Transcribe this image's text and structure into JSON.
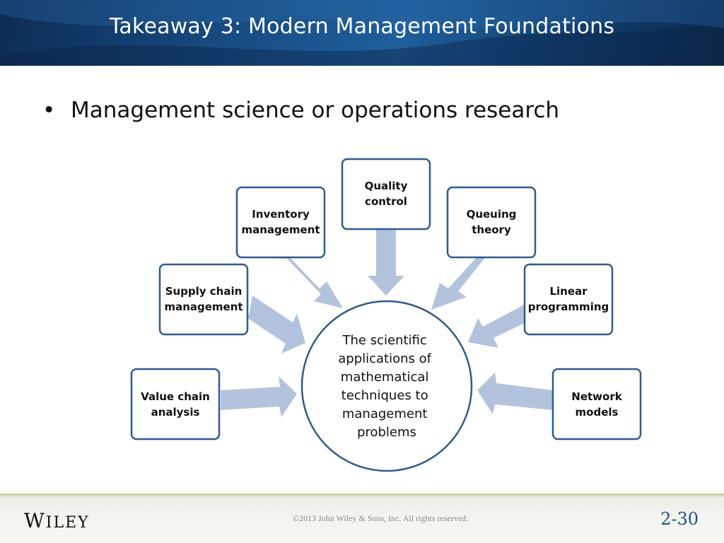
{
  "slide": {
    "title": "Takeaway 3: Modern Management Foundations",
    "bullet": "Management science or operations research",
    "bullet_symbol": "•"
  },
  "diagram": {
    "center": {
      "lines": [
        "The scientific",
        "applications of",
        "mathematical",
        "techniques to",
        "management",
        "problems"
      ]
    },
    "nodes": [
      {
        "id": "quality-control",
        "lines": [
          "Quality",
          "control"
        ]
      },
      {
        "id": "inventory-management",
        "lines": [
          "Inventory",
          "management"
        ]
      },
      {
        "id": "queuing-theory",
        "lines": [
          "Queuing",
          "theory"
        ]
      },
      {
        "id": "supply-chain-management",
        "lines": [
          "Supply chain",
          "management"
        ]
      },
      {
        "id": "linear-programming",
        "lines": [
          "Linear",
          "programming"
        ]
      },
      {
        "id": "value-chain-analysis",
        "lines": [
          "Value chain",
          "analysis"
        ]
      },
      {
        "id": "network-models",
        "lines": [
          "Network",
          "models"
        ]
      }
    ],
    "colors": {
      "box_border": "#2f5b8c",
      "arrow": "#b4c3dd",
      "circle_border": "#2f5b8c"
    }
  },
  "footer": {
    "logo_first": "W",
    "logo_rest": "ILEY",
    "copyright": "©2013 John Wiley & Sons, Inc. All rights reserved.",
    "page_number": "2-30"
  }
}
